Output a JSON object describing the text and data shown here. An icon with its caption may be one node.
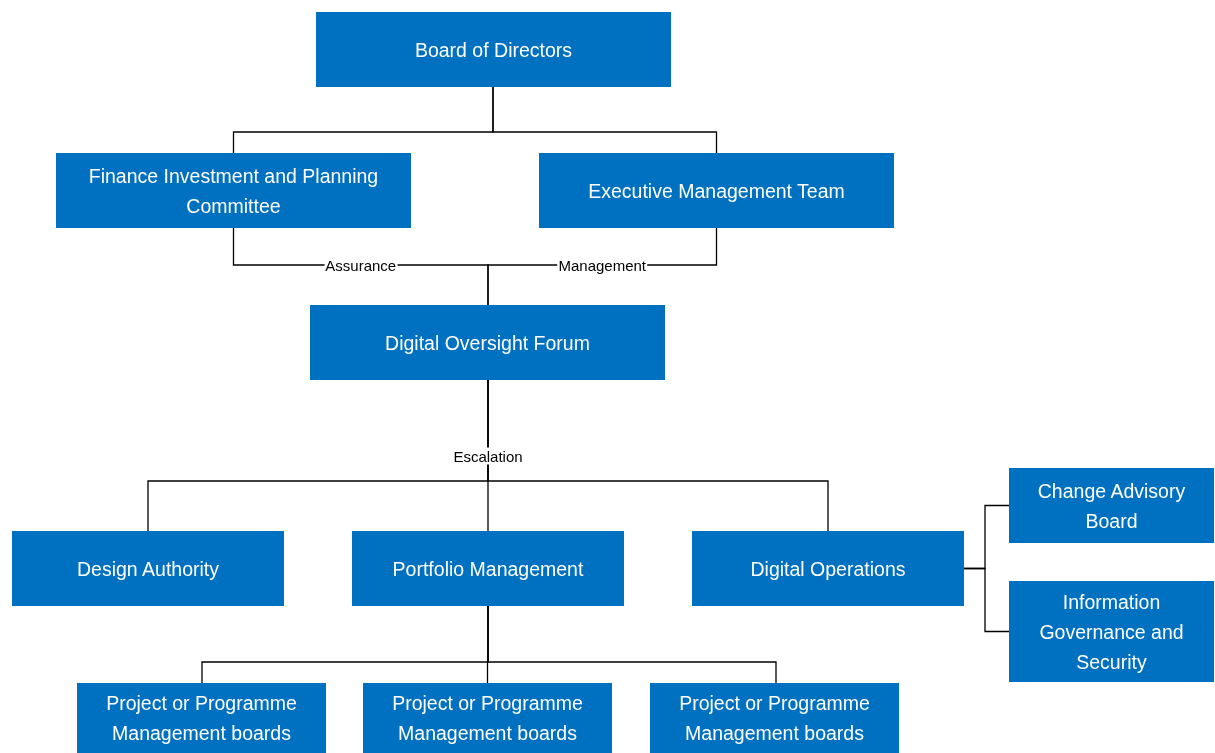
{
  "diagram": {
    "nodes": [
      {
        "text": [
          "Board of Directors"
        ]
      },
      {
        "text": [
          "Finance Investment and Planning Committee"
        ]
      },
      {
        "text": [
          "Executive Management Team"
        ]
      },
      {
        "text": [
          "Digital Oversight Forum"
        ]
      },
      {
        "text": [
          "Design Authority"
        ]
      },
      {
        "text": [
          "Portfolio Management"
        ]
      },
      {
        "text": [
          "Digital Operations"
        ]
      },
      {
        "text": [
          "Change Advisory Board"
        ]
      },
      {
        "text": [
          "Information Governance and Security"
        ]
      },
      {
        "text": [
          "Project or Programme Management boards"
        ]
      },
      {
        "text": [
          "Project or Programme Management boards"
        ]
      },
      {
        "text": [
          "Project or Programme Management boards"
        ]
      }
    ],
    "edges": [
      {
        "from": 0,
        "to": 1,
        "arrow": "none"
      },
      {
        "from": 0,
        "to": 2,
        "arrow": "none"
      },
      {
        "from": 1,
        "to": 3,
        "arrow": "none",
        "label": "Assurance"
      },
      {
        "from": 2,
        "to": 3,
        "arrow": "none",
        "label": "Management"
      },
      {
        "from": 3,
        "to": 4,
        "arrow": "none"
      },
      {
        "from": 3,
        "to": 5,
        "arrow": "none",
        "label": "Escalation"
      },
      {
        "from": 3,
        "to": 6,
        "arrow": "none"
      },
      {
        "from": 6,
        "to": 7,
        "arrow": "none"
      },
      {
        "from": 6,
        "to": 8,
        "arrow": "none"
      },
      {
        "from": 5,
        "to": 9,
        "arrow": "none"
      },
      {
        "from": 5,
        "to": 10,
        "arrow": "none"
      },
      {
        "from": 5,
        "to": 11,
        "arrow": "none"
      }
    ]
  }
}
